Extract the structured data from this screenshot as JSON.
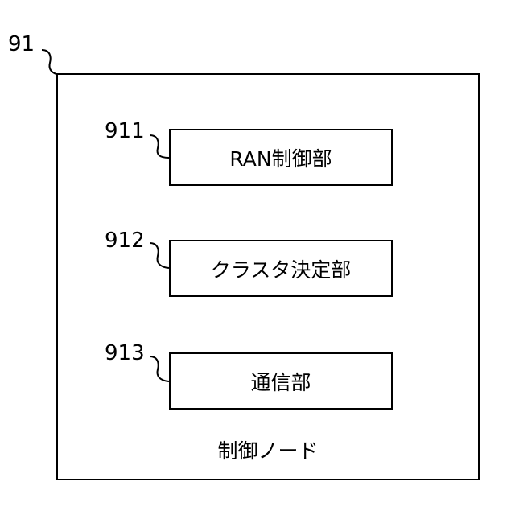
{
  "control_node": {
    "ref": "91",
    "label": "制御ノード"
  },
  "units": [
    {
      "ref": "911",
      "label": "RAN制御部"
    },
    {
      "ref": "912",
      "label": "クラスタ決定部"
    },
    {
      "ref": "913",
      "label": "通信部"
    }
  ]
}
